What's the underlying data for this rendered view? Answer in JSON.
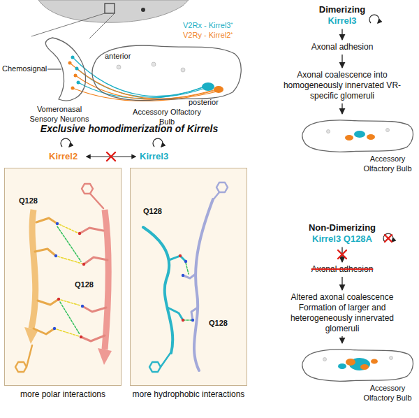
{
  "diagram": {
    "nodes": [
      {
        "text": [
          "Vomeronasal Sensory Neurons"
        ]
      },
      {
        "text": [
          "Accessory Olfactory Bulb"
        ]
      },
      {
        "text": [
          "Dimerizing",
          "Kirrel3"
        ]
      },
      {
        "text": [
          "Axonal adhesion"
        ]
      },
      {
        "text": [
          "Axonal coalescence into homogeneously innervated VR-specific glomeruli"
        ]
      },
      {
        "text": [
          "Accessory Olfactory Bulb"
        ]
      },
      {
        "text": [
          "Q128",
          "Q128",
          "more polar interactions"
        ]
      },
      {
        "text": [
          "Q128",
          "Q128",
          "more hydrophobic interactions"
        ]
      },
      {
        "text": [
          "Non-Dimerizing",
          "Kirrel3 Q128A"
        ]
      },
      {
        "text": [
          "Axonal adhesion"
        ]
      },
      {
        "text": [
          "Altered axonal coalescence Formation of larger and heterogeneously innervated glomeruli"
        ]
      },
      {
        "text": [
          "Accessory Olfactory Bulb"
        ]
      }
    ],
    "edges": [
      {
        "from": 2,
        "to": 3,
        "arrow": "to"
      },
      {
        "from": 3,
        "to": 4,
        "arrow": "to"
      },
      {
        "from": 4,
        "to": 5,
        "arrow": "to"
      },
      {
        "from": 8,
        "to": 9,
        "arrow": "to"
      },
      {
        "from": 9,
        "to": 10,
        "arrow": "to"
      },
      {
        "from": 10,
        "to": 11,
        "arrow": "to"
      }
    ],
    "labels": [
      "V2Rx - Kirrel3⁺",
      "V2Ry - Kirrel2⁺",
      "Chemosignal",
      "anterior",
      "posterior",
      "Exclusive homodimerization of Kirrels",
      "Kirrel2",
      "Kirrel3"
    ]
  }
}
